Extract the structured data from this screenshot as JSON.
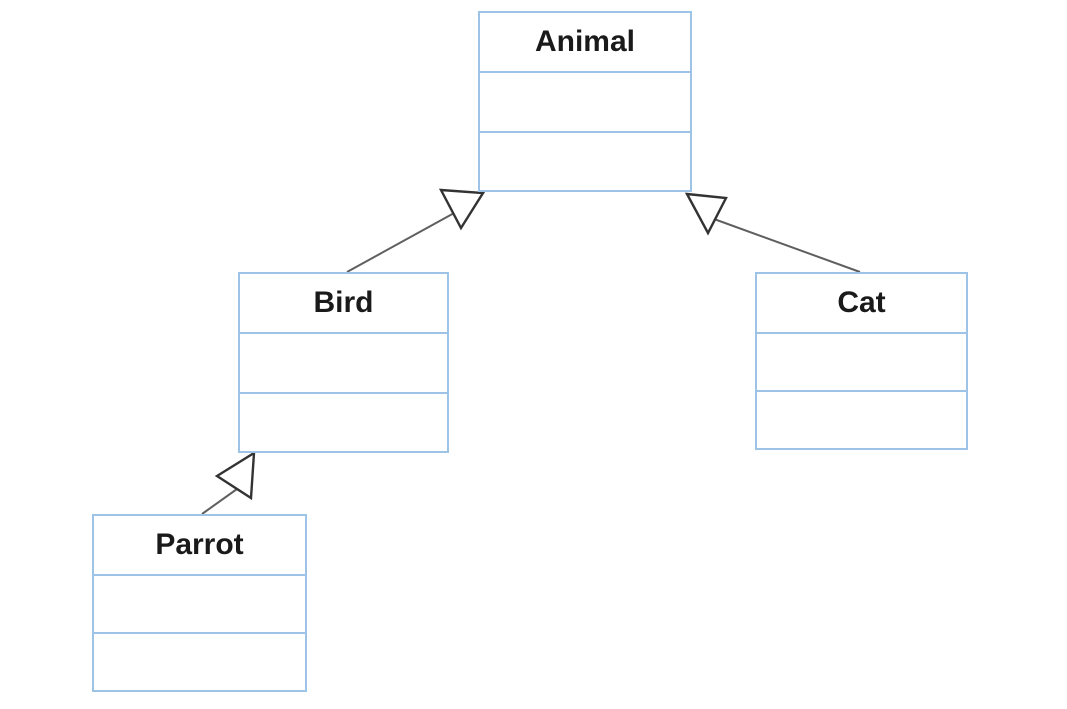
{
  "diagram": {
    "type": "uml-class-diagram",
    "nodes": {
      "animal": {
        "label": "Animal",
        "attributes_compartment": "",
        "operations_compartment": ""
      },
      "bird": {
        "label": "Bird",
        "attributes_compartment": "",
        "operations_compartment": ""
      },
      "cat": {
        "label": "Cat",
        "attributes_compartment": "",
        "operations_compartment": ""
      },
      "parrot": {
        "label": "Parrot",
        "attributes_compartment": "",
        "operations_compartment": ""
      }
    },
    "edges": [
      {
        "from": "Bird",
        "to": "Animal",
        "relation": "generalization"
      },
      {
        "from": "Cat",
        "to": "Animal",
        "relation": "generalization"
      },
      {
        "from": "Parrot",
        "to": "Bird",
        "relation": "generalization"
      }
    ],
    "colors": {
      "box_border": "#9DC3E6",
      "box_fill": "#ffffff",
      "label_text": "#1a1a1a",
      "edge_line": "#5f5f5f",
      "arrowhead_stroke": "#333333",
      "arrowhead_fill": "#ffffff",
      "background": "#ffffff"
    }
  }
}
